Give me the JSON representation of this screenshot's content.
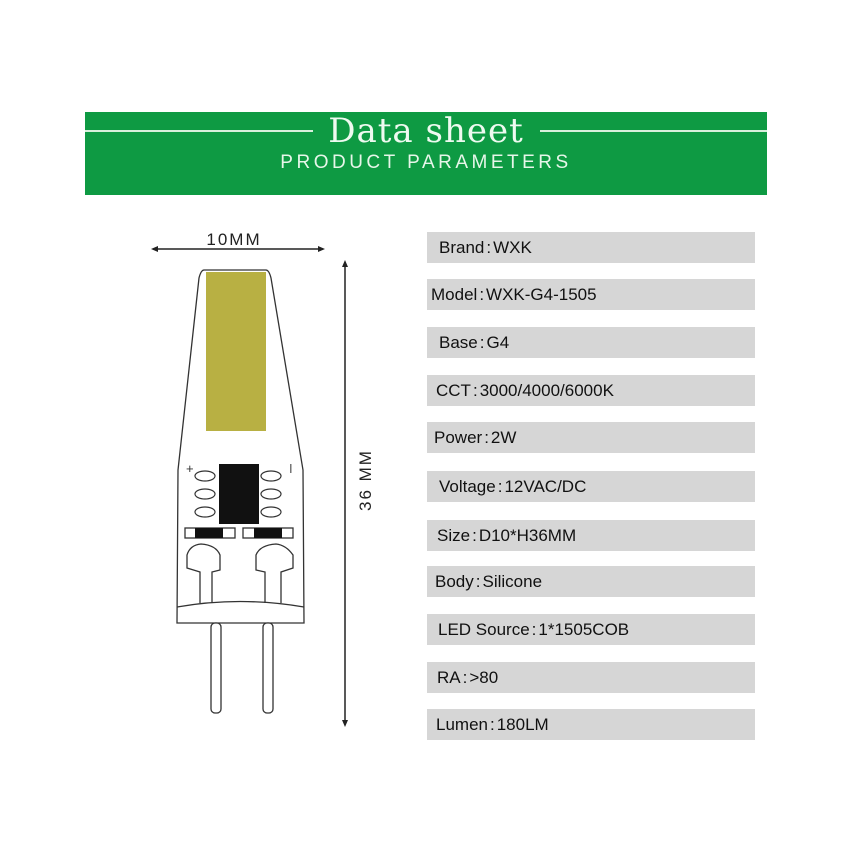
{
  "header": {
    "title": "Data sheet",
    "subtitle": "PRODUCT PARAMETERS"
  },
  "diagram": {
    "width_label": "10MM",
    "height_label": "36 MM",
    "plus": "+",
    "minus": "I"
  },
  "specs": [
    {
      "label": "Brand",
      "value": "WXK"
    },
    {
      "label": "Model",
      "value": "WXK-G4-1505"
    },
    {
      "label": "Base",
      "value": "G4"
    },
    {
      "label": "CCT",
      "value": "3000/4000/6000K"
    },
    {
      "label": "Power",
      "value": "2W"
    },
    {
      "label": "Voltage",
      "value": "12VAC/DC"
    },
    {
      "label": "Size",
      "value": "D10*H36MM"
    },
    {
      "label": "Body",
      "value": "Silicone"
    },
    {
      "label": "LED Source",
      "value": "1*1505COB"
    },
    {
      "label": "RA",
      "value": ">80"
    },
    {
      "label": "Lumen",
      "value": "180LM"
    }
  ],
  "colors": {
    "banner": "#0e9a43",
    "row": "#d6d6d6",
    "cob": "#b8b043"
  }
}
